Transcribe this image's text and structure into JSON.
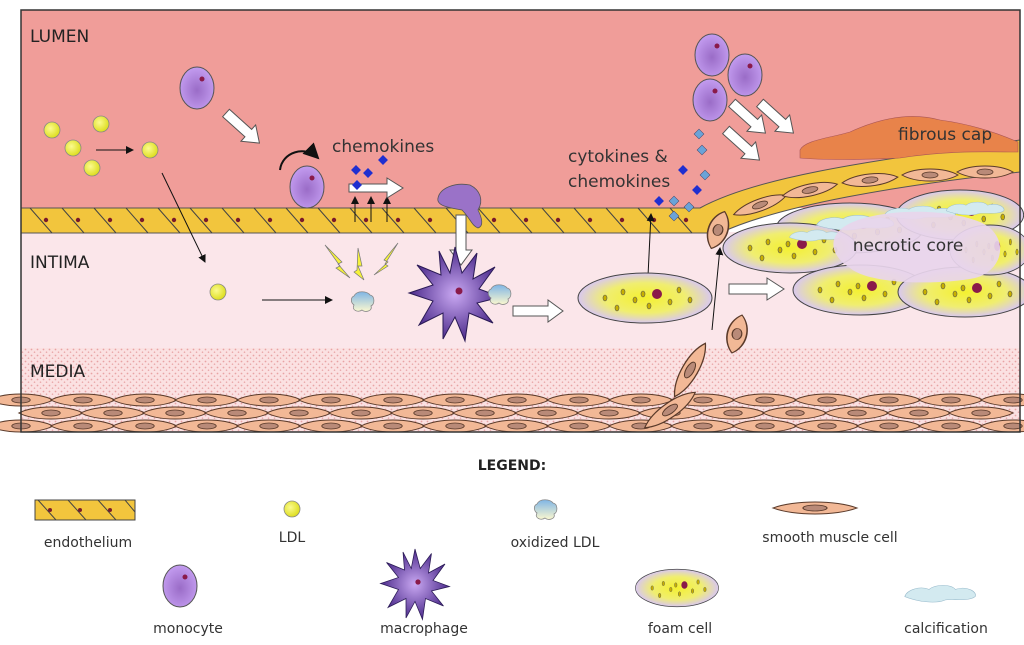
{
  "layers": {
    "lumen": "LUMEN",
    "intima": "INTIMA",
    "media": "MEDIA"
  },
  "annotations": {
    "chemokines": "chemokines",
    "cytokines_line1": "cytokines &",
    "cytokines_line2": "chemokines",
    "fibrous_cap": "fibrous cap",
    "necrotic_core": "necrotic core"
  },
  "legend": {
    "title": "LEGEND:",
    "items": [
      {
        "label": "endothelium"
      },
      {
        "label": "LDL"
      },
      {
        "label": "oxidized LDL"
      },
      {
        "label": "smooth muscle cell"
      },
      {
        "label": "monocyte"
      },
      {
        "label": "macrophage"
      },
      {
        "label": "foam cell"
      },
      {
        "label": "calcification"
      }
    ]
  },
  "colors": {
    "lumen": "#f09d99",
    "intima": "#fbe6ea",
    "endothelium": "#f2c53d",
    "monocyte": "#b488e0",
    "fibrous_cap": "#e8834a",
    "chemokine": "#1f2fd0",
    "cytokine": "#6aa3d8"
  }
}
